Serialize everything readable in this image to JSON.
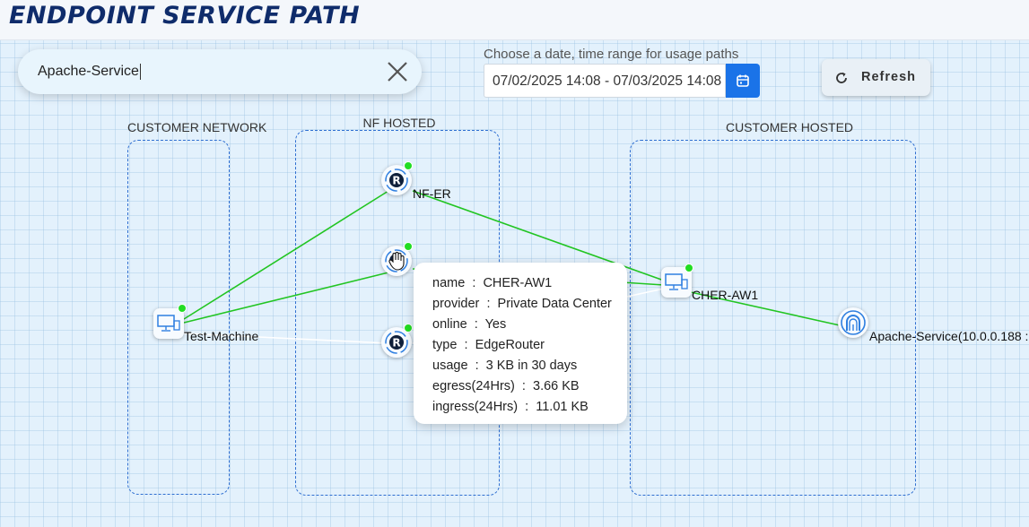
{
  "header": {
    "title": "ENDPOINT SERVICE PATH"
  },
  "search": {
    "value": "Apache-Service",
    "clear_icon": "close-icon"
  },
  "date_range": {
    "label": "Choose a date, time range for usage paths",
    "value": "07/02/2025 14:08 - 07/03/2025 14:08",
    "icon": "calendar-icon"
  },
  "refresh": {
    "label": "Refresh",
    "icon": "refresh-icon"
  },
  "zones": {
    "customer_network": "CUSTOMER NETWORK",
    "nf_hosted": "NF HOSTED",
    "customer_hosted": "CUSTOMER HOSTED"
  },
  "nodes": {
    "test_machine": {
      "label": "Test-Machine",
      "icon": "endpoint-icon",
      "online": true
    },
    "nf_er": {
      "label": "NF-ER",
      "icon": "router-icon",
      "online": true
    },
    "router_2": {
      "label": "",
      "icon": "router-icon",
      "online": true
    },
    "router_3": {
      "label": "",
      "icon": "router-icon",
      "online": true
    },
    "cher_aw1": {
      "label": "CHER-AW1",
      "icon": "edge-router-icon",
      "online": true
    },
    "apache_service": {
      "label": "Apache-Service(10.0.0.188 :",
      "icon": "service-icon"
    }
  },
  "link_colors": {
    "active": "#22c522",
    "inactive": "#ffffff"
  },
  "tooltip": {
    "rows": [
      {
        "key": "name",
        "value": "CHER-AW1"
      },
      {
        "key": "provider",
        "value": "Private Data Center"
      },
      {
        "key": "online",
        "value": "Yes"
      },
      {
        "key": "type",
        "value": "EdgeRouter"
      },
      {
        "key": "usage",
        "value": "3 KB in 30 days"
      },
      {
        "key": "egress(24Hrs)",
        "value": "3.66 KB"
      },
      {
        "key": "ingress(24Hrs)",
        "value": "11.01 KB"
      }
    ]
  }
}
